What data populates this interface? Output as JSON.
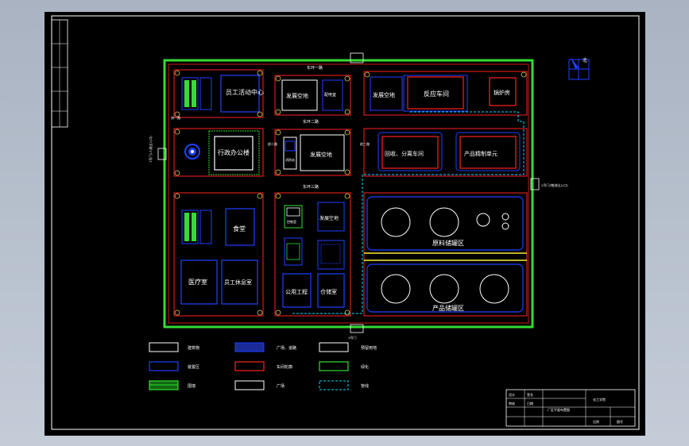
{
  "colors": {
    "background": "#000000",
    "frame": "#ffffff",
    "red": "#ff2020",
    "blue": "#2040ff",
    "green": "#33dd33",
    "cyan": "#00d8ff",
    "yellow": "#ffee33",
    "text": "#ffffff"
  },
  "compass": {
    "north_label": "北"
  },
  "roads": {
    "north_road": "东环一路",
    "middle_road": "东环二路",
    "south_road": "东环三路",
    "west_road": "纬一路",
    "inner_road": "经二路",
    "east_road": "经三路"
  },
  "zones": {
    "staff_activity": "员工活动中心",
    "dev_land_1": "发展空地",
    "dev_land_2": "发展空地",
    "dev_land_3": "发展空地",
    "dev_land_4": "发展空地",
    "reaction_workshop": "反应车间",
    "boiler_room": "锅炉房",
    "admin_office": "行政办公楼",
    "recycle_workshop": "回收、分离车间",
    "product_refine": "产品精制单元",
    "canteen": "食堂",
    "clinic": "医疗室",
    "staff_dorm": "员工休息室",
    "utility": "公用工程",
    "warehouse": "仓储室",
    "raw_tank_area": "原料储罐区",
    "product_tank_area": "产品储罐区",
    "small_label_1": "配电室",
    "small_label_2": "消防站",
    "small_label_3": "控制室"
  },
  "gates": {
    "west_gate": "1号门(人流出入口)",
    "east_gate": "2号门(物流出入口)",
    "south_gate": "3号门"
  },
  "legend": {
    "items": [
      {
        "label": "建筑物"
      },
      {
        "label": "广场、道路"
      },
      {
        "label": "预留用地"
      },
      {
        "label": "装置区"
      },
      {
        "label": "车间轮廓"
      },
      {
        "label": "绿化"
      },
      {
        "label": "围墙"
      },
      {
        "label": "广场"
      },
      {
        "label": "管线"
      }
    ]
  },
  "title_block": {
    "drawing_title": "厂区平面布置图",
    "school": "化工学院",
    "scale_label": "比例",
    "sheet_label": "图号",
    "designer_label": "设计",
    "checker_label": "审核",
    "date_label": "日期",
    "sign_label": "签名"
  }
}
